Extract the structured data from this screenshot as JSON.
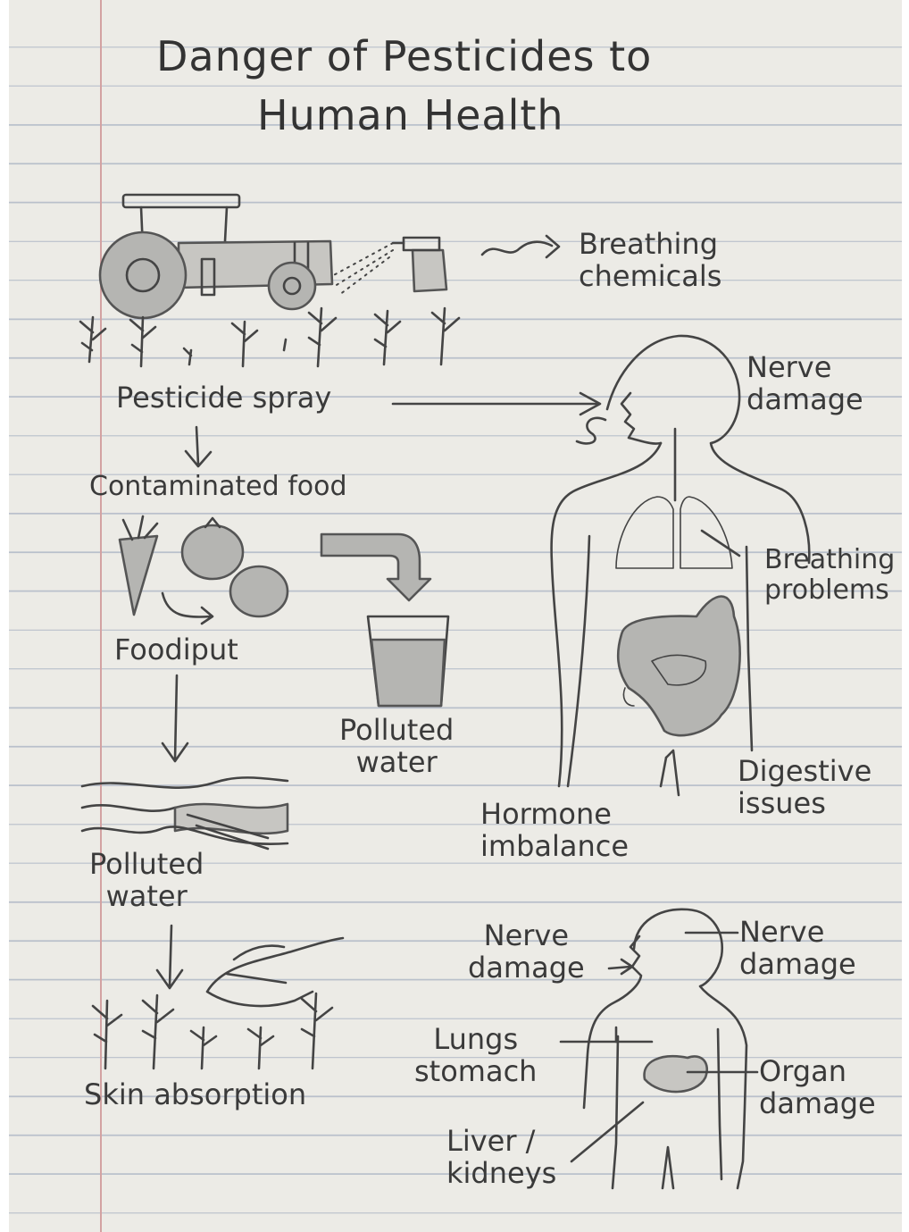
{
  "title": {
    "line1": "Danger of Pesticides to",
    "line2": "Human Health"
  },
  "labels": {
    "breathing_chemicals": "Breathing\nchemicals",
    "pesticide_spray": "Pesticide spray",
    "contaminated_food": "Contaminated food",
    "foodiput": "Foodiput",
    "polluted_water_glass": "Polluted\nwater",
    "polluted_water_river": "Polluted\nwater",
    "skin_absorption": "Skin absorption",
    "body_nerve_damage": "Nerve\ndamage",
    "breathing_problems": "Breathing\nproblems",
    "digestive_issues": "Digestive\nissues",
    "hormone_imbalance": "Hormone\nimbalance",
    "small_nerve_damage_left": "Nerve\ndamage",
    "small_nerve_damage_right": "Nerve\ndamage",
    "lungs_stomach": "Lungs\nstomach",
    "organ_damage": "Organ\ndamage",
    "liver_kidneys": "Liver /\nkidneys"
  },
  "icons": {
    "tractor": "tractor-icon",
    "spray_bottle": "spray-bottle-icon",
    "crops": "crop-plants-icon",
    "carrot": "carrot-icon",
    "tomatoes": "tomato-icon",
    "water_glass": "water-glass-icon",
    "river": "river-icon",
    "hand": "hand-icon",
    "body_large": "human-body-icon",
    "body_small": "human-body-small-icon"
  },
  "colors": {
    "paper": "#ecebe6",
    "rule_line": "#b9c0cb",
    "margin_line": "#d3a2a2",
    "pencil": "#444444",
    "shading": "#b5b5b2"
  }
}
